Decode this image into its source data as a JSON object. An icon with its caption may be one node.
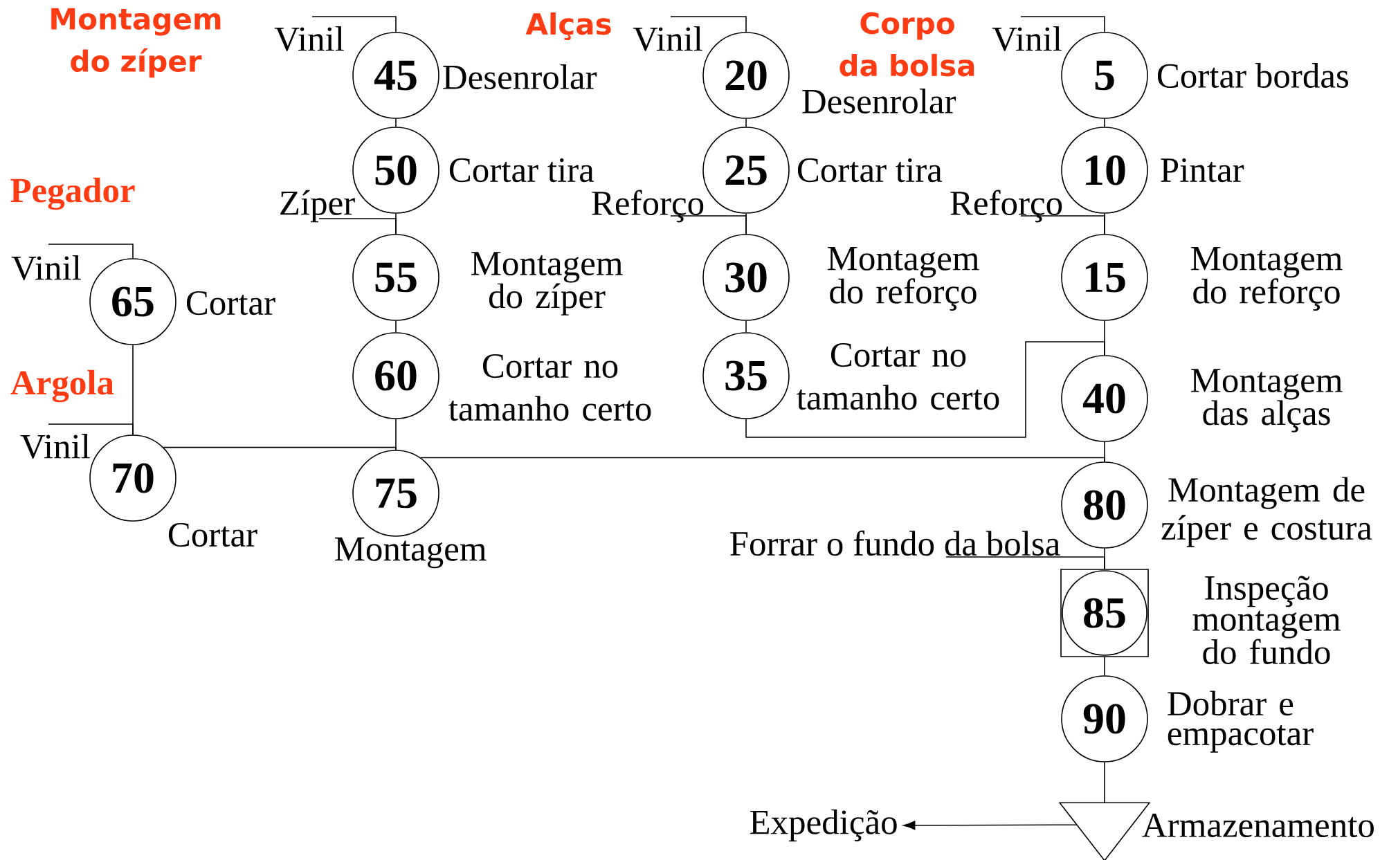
{
  "diagram": {
    "nodes": [
      {
        "text": [
          "Vinil"
        ]
      },
      {
        "text": [
          "45"
        ],
        "beside": [
          "Desenrolar"
        ]
      },
      {
        "text": [
          "50"
        ],
        "beside": [
          "Cortar tira"
        ]
      },
      {
        "text": [
          "Zíper"
        ]
      },
      {
        "text": [
          "55"
        ],
        "beside": [
          "Montagem do zíper"
        ]
      },
      {
        "text": [
          "60"
        ],
        "beside": [
          "Cortar no tamanho certo"
        ]
      },
      {
        "text": [
          "Vinil"
        ]
      },
      {
        "text": [
          "65"
        ],
        "beside": [
          "Cortar"
        ]
      },
      {
        "text": [
          "Vinil"
        ]
      },
      {
        "text": [
          "70"
        ],
        "beside": [
          "Cortar"
        ]
      },
      {
        "text": [
          "75"
        ],
        "beside": [
          "Montagem"
        ]
      },
      {
        "text": [
          "Vinil"
        ]
      },
      {
        "text": [
          "20"
        ],
        "beside": [
          "Desenrolar"
        ]
      },
      {
        "text": [
          "25"
        ],
        "beside": [
          "Cortar tira"
        ]
      },
      {
        "text": [
          "Reforço"
        ]
      },
      {
        "text": [
          "30"
        ],
        "beside": [
          "Montagem do reforço"
        ]
      },
      {
        "text": [
          "35"
        ],
        "beside": [
          "Cortar no tamanho certo"
        ]
      },
      {
        "text": [
          "Vinil"
        ]
      },
      {
        "text": [
          "5"
        ],
        "beside": [
          "Cortar bordas"
        ]
      },
      {
        "text": [
          "10"
        ],
        "beside": [
          "Pintar"
        ]
      },
      {
        "text": [
          "Reforço"
        ]
      },
      {
        "text": [
          "15"
        ],
        "beside": [
          "Montagem do reforço"
        ]
      },
      {
        "text": [
          "40"
        ],
        "beside": [
          "Montagem das alças"
        ]
      },
      {
        "text": [
          "80"
        ],
        "beside": [
          "Montagem de zíper e costura"
        ]
      },
      {
        "text": [
          "Forrar o fundo da bolsa"
        ]
      },
      {
        "text": [
          "85"
        ],
        "beside": [
          "Inspeção montagem do fundo"
        ]
      },
      {
        "text": [
          "90"
        ],
        "beside": [
          "Dobrar e empacotar"
        ]
      },
      {
        "text": [],
        "shape": "triangle",
        "beside": [
          "Armazenamento"
        ]
      },
      {
        "text": [
          "Expedição"
        ]
      }
    ],
    "edges": [
      {
        "from": 0,
        "to": 1,
        "arrow": "none"
      },
      {
        "from": 1,
        "to": 2,
        "arrow": "none"
      },
      {
        "from": 2,
        "to": 4,
        "arrow": "none"
      },
      {
        "from": 3,
        "to": 4,
        "arrow": "none"
      },
      {
        "from": 4,
        "to": 5,
        "arrow": "none"
      },
      {
        "from": 5,
        "to": 10,
        "arrow": "none"
      },
      {
        "from": 6,
        "to": 7,
        "arrow": "none"
      },
      {
        "from": 7,
        "to": 9,
        "arrow": "none"
      },
      {
        "from": 8,
        "to": 9,
        "arrow": "none"
      },
      {
        "from": 9,
        "to": 10,
        "arrow": "none"
      },
      {
        "from": 11,
        "to": 12,
        "arrow": "none"
      },
      {
        "from": 12,
        "to": 13,
        "arrow": "none"
      },
      {
        "from": 13,
        "to": 15,
        "arrow": "none"
      },
      {
        "from": 14,
        "to": 15,
        "arrow": "none"
      },
      {
        "from": 15,
        "to": 16,
        "arrow": "none"
      },
      {
        "from": 16,
        "to": 22,
        "arrow": "none"
      },
      {
        "from": 17,
        "to": 18,
        "arrow": "none"
      },
      {
        "from": 18,
        "to": 19,
        "arrow": "none"
      },
      {
        "from": 19,
        "to": 21,
        "arrow": "none"
      },
      {
        "from": 20,
        "to": 21,
        "arrow": "none"
      },
      {
        "from": 21,
        "to": 22,
        "arrow": "none"
      },
      {
        "from": 22,
        "to": 23,
        "arrow": "none"
      },
      {
        "from": 10,
        "to": 23,
        "arrow": "none"
      },
      {
        "from": 23,
        "to": 25,
        "arrow": "none"
      },
      {
        "from": 24,
        "to": 25,
        "arrow": "none"
      },
      {
        "from": 25,
        "to": 26,
        "arrow": "none"
      },
      {
        "from": 26,
        "to": 27,
        "arrow": "none"
      },
      {
        "from": 27,
        "to": 28,
        "arrow": "to"
      }
    ],
    "labels": [
      "Montagem do zíper",
      "Alças",
      "Corpo da bolsa",
      "Pegador",
      "Argola"
    ]
  }
}
